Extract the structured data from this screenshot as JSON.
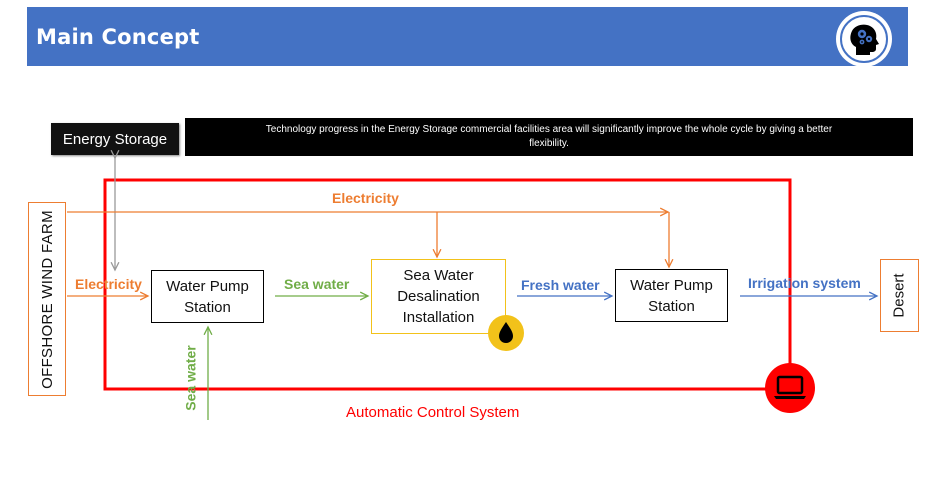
{
  "header": {
    "title": "Main Concept",
    "logo_icon": "head-gears-icon"
  },
  "banner": {
    "text": "Technology progress in the Energy Storage commercial facilities area will significantly improve the whole cycle by giving a better flexibility."
  },
  "nodes": {
    "energy_storage": "Energy Storage",
    "wind_farm": "OFFSHORE WIND FARM",
    "pump1": "Water Pump Station",
    "desal": "Sea Water Desalination Installation",
    "pump2": "Water Pump Station",
    "desert": "Desert"
  },
  "labels": {
    "electricity_top": "Electricity",
    "electricity_left": "Electricity",
    "sea_water_h": "Sea water",
    "sea_water_v": "Sea water",
    "fresh_water": "Fresh water",
    "irrigation": "Irrigation system",
    "control_system": "Automatic Control System"
  },
  "icons": {
    "drop": "oil-drop-icon",
    "laptop": "laptop-icon"
  },
  "colors": {
    "header": "#4472c4",
    "electricity": "#ed7d31",
    "sea_water": "#70ad47",
    "fresh_water": "#4472c4",
    "control": "#ff0000",
    "desal_border": "#f2c21a"
  }
}
